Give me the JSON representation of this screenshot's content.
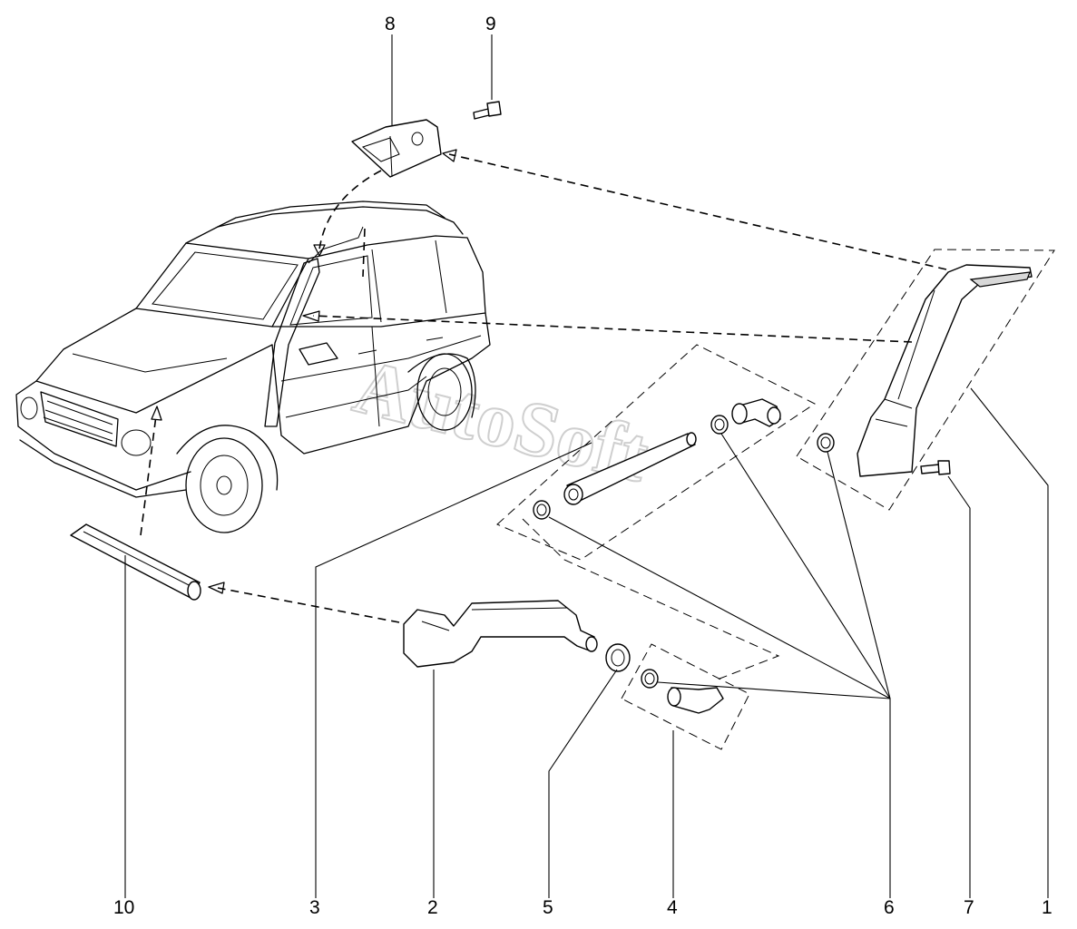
{
  "diagram": {
    "watermark": "AutoSoft",
    "callouts": {
      "c1": "1",
      "c2": "2",
      "c3": "3",
      "c4": "4",
      "c5": "5",
      "c6": "6",
      "c7": "7",
      "c8": "8",
      "c9": "9",
      "c10": "10"
    }
  }
}
